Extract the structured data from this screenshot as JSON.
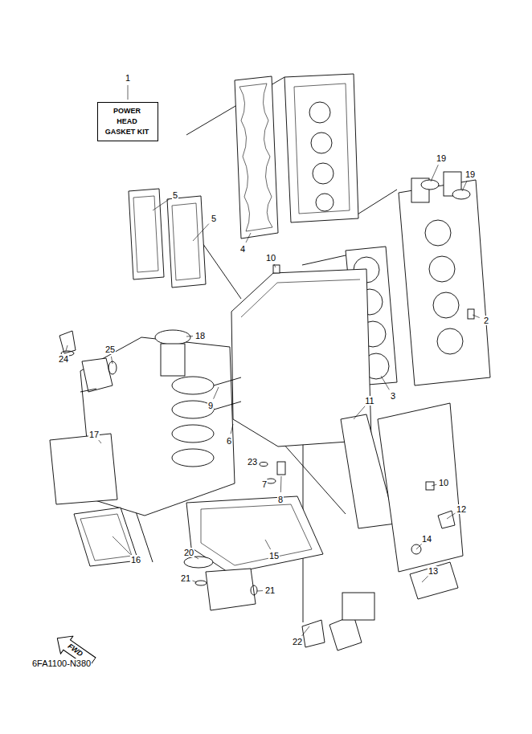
{
  "diagram": {
    "nodes": [
      {
        "text": [
          "POWER HEAD GASKET KIT"
        ]
      },
      {
        "text": [
          "FWD"
        ]
      }
    ],
    "labels": [
      "1",
      "19",
      "19",
      "4",
      "5",
      "5",
      "10",
      "2",
      "3",
      "18",
      "24",
      "25",
      "9",
      "17",
      "6",
      "11",
      "10",
      "12",
      "23",
      "7",
      "8",
      "14",
      "13",
      "15",
      "16",
      "20",
      "21",
      "21",
      "22",
      "6FA1100-N380"
    ]
  }
}
